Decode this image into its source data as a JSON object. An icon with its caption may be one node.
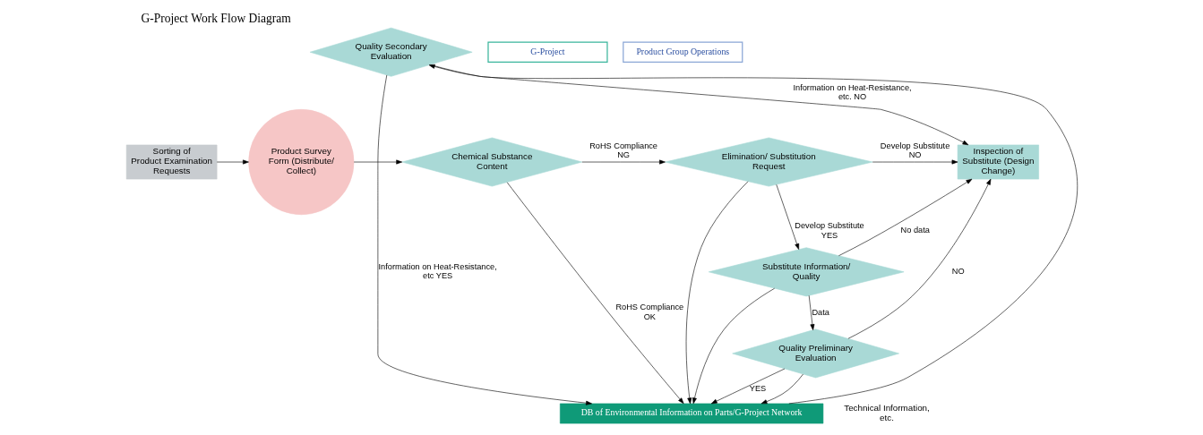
{
  "diagram": {
    "title": "G-Project Work Flow Diagram",
    "nodes": [
      {
        "text": [
          "Sorting of Product Examination Requests"
        ]
      },
      {
        "text": [
          "Product Survey Form (Distribute/ Collect)"
        ]
      },
      {
        "text": [
          "Chemical Substance Content"
        ]
      },
      {
        "text": [
          "Elimination/ Substitution Request"
        ]
      },
      {
        "text": [
          "Substitute Information/ Quality"
        ]
      },
      {
        "text": [
          "Quality Preliminary Evaluation"
        ]
      },
      {
        "text": [
          "Inspection of Substitute (Design Change)"
        ]
      },
      {
        "text": [
          "Quality Secondary Evaluation"
        ]
      },
      {
        "text": [
          "DB of Environmental Information on Parts/G-Project Network"
        ]
      },
      {
        "text": [
          "G-Project"
        ]
      },
      {
        "text": [
          "Product Group Operations"
        ]
      }
    ],
    "edges": [
      {
        "from": 0,
        "to": 1,
        "arrow": "to"
      },
      {
        "from": 1,
        "to": 2,
        "arrow": "to"
      },
      {
        "from": 2,
        "to": 3,
        "arrow": "to",
        "label": "RoHS Compliance NG"
      },
      {
        "from": 3,
        "to": 6,
        "arrow": "to",
        "label": "Develop Substitute NO"
      },
      {
        "from": 3,
        "to": 8,
        "arrow": "to"
      },
      {
        "from": 3,
        "to": 4,
        "arrow": "to",
        "label": "Develop Substitute YES"
      },
      {
        "from": 4,
        "to": 6,
        "arrow": "to",
        "label": "No data"
      },
      {
        "from": 4,
        "to": 8,
        "arrow": "to"
      },
      {
        "from": 4,
        "to": 5,
        "arrow": "to",
        "label": "Data"
      },
      {
        "from": 5,
        "to": 6,
        "arrow": "to",
        "label": "NO"
      },
      {
        "from": 5,
        "to": 8,
        "arrow": "to"
      },
      {
        "from": 5,
        "to": 8,
        "arrow": "to",
        "label": "YES"
      },
      {
        "from": 2,
        "to": 8,
        "arrow": "to",
        "label": "RoHS Compliance OK"
      },
      {
        "from": 8,
        "to": 7,
        "arrow": "to"
      },
      {
        "from": 7,
        "to": 6,
        "arrow": "to",
        "label": "Information on Heat-Resistance, etc. NO"
      },
      {
        "from": 7,
        "to": 8,
        "arrow": "to",
        "label": "Information on Heat-Resistance, etc YES"
      }
    ],
    "labels": [
      "Technical Information, etc."
    ]
  }
}
